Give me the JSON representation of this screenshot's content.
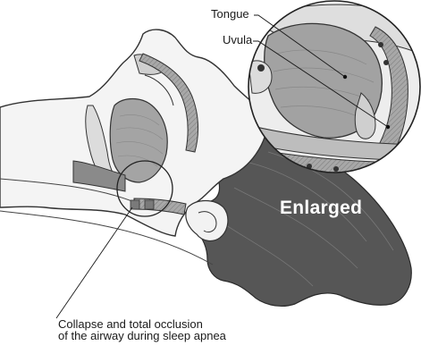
{
  "labels": {
    "tongue": "Tongue",
    "uvula": "Uvula",
    "enlarged": "Enlarged",
    "caption_line1": "Collapse and total occlusion",
    "caption_line2": "of the airway during sleep apnea"
  },
  "colors": {
    "skin": "#f2f2f2",
    "outline": "#3a3a3a",
    "hair": "#555555",
    "tissue": "#9a9a9a",
    "tongue_fill": "#a9a9a9"
  }
}
